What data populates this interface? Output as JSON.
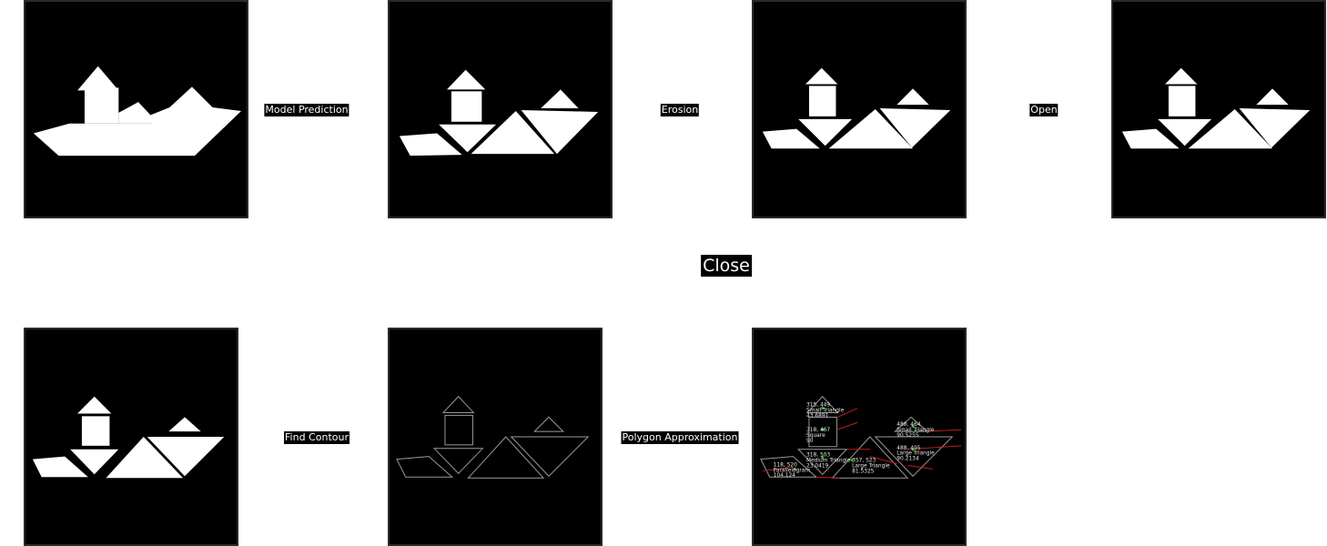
{
  "steps": {
    "model_prediction": "Model Prediction",
    "erosion": "Erosion",
    "open": "Open",
    "close": "Close",
    "find_contour": "Find Contour",
    "polygon_approximation": "Polygon Approximation"
  },
  "annotations": {
    "a1_coord": "315, 449",
    "a1_name": "Small Triangle",
    "a1_val": "43.6891",
    "a2_coord": "318, 467",
    "a2_name": "Square",
    "a2_val": "90",
    "a3_coord": "488, 464",
    "a3_name": "Small Triangle",
    "a3_val": "90.5255",
    "a4_coord": "488, 495",
    "a4_name": "Large Triangle",
    "a4_val": "90.2134",
    "a5_coord": "318, 503",
    "a5_name": "Medium Triangle",
    "a5_val": "23.0419",
    "a6_coord": "357, 523",
    "a6_name": "Large Triangle",
    "a6_val": "81.5325",
    "a7_coord": "118, 520",
    "a7_name": "Parallelogram",
    "a7_val": "104.124"
  },
  "colors": {
    "panel_bg": "#000000",
    "shape_fill": "#ffffff",
    "contour_stroke": "#9a9a9a",
    "approx_line": "#c01e1e",
    "center_marker": "#1fc01f"
  }
}
